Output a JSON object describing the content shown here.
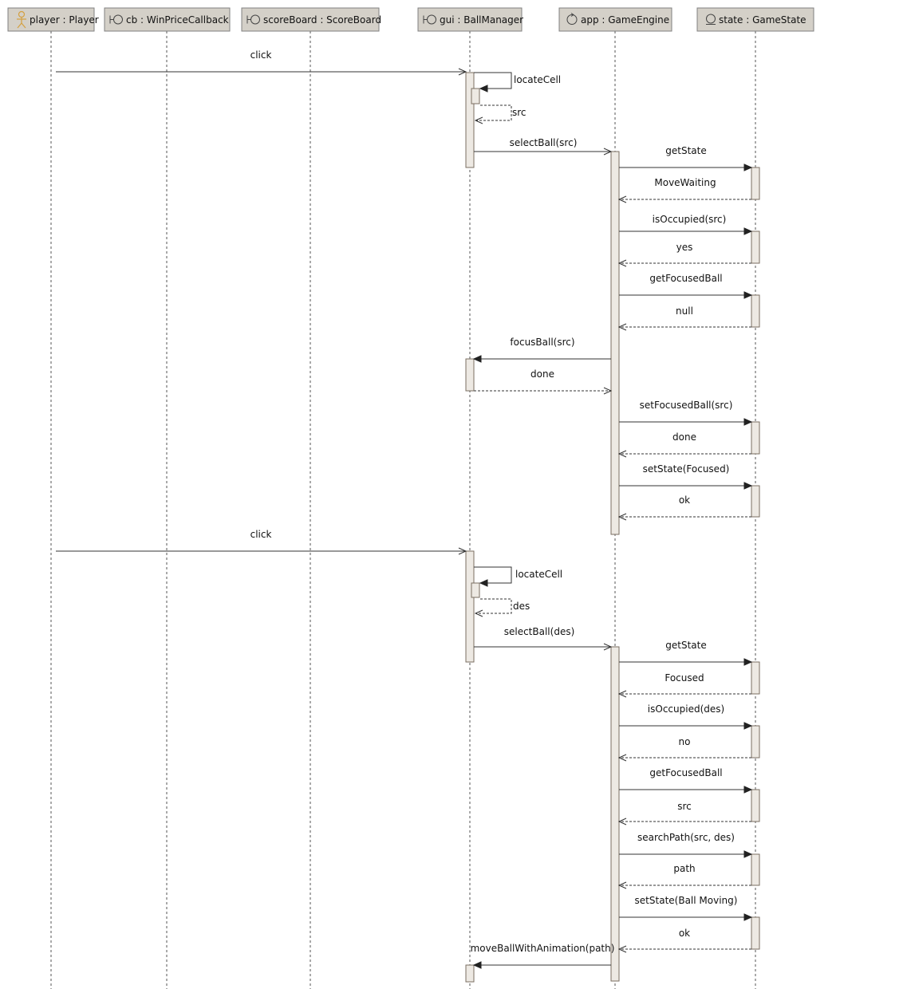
{
  "participants": [
    {
      "id": "player",
      "label": "player : Player",
      "icon": "actor-icon"
    },
    {
      "id": "cb",
      "label": "cb : WinPriceCallback",
      "icon": "boundary-icon"
    },
    {
      "id": "scoreBoard",
      "label": "scoreBoard : ScoreBoard",
      "icon": "boundary-icon"
    },
    {
      "id": "gui",
      "label": "gui : BallManager",
      "icon": "boundary-icon"
    },
    {
      "id": "app",
      "label": "app : GameEngine",
      "icon": "control-icon"
    },
    {
      "id": "state",
      "label": "state : GameState",
      "icon": "entity-icon"
    }
  ],
  "messages": [
    {
      "from": "player",
      "to": "gui",
      "label": "click",
      "kind": "call"
    },
    {
      "from": "gui",
      "to": "gui",
      "label": "locateCell",
      "kind": "self-call"
    },
    {
      "from": "gui",
      "to": "gui",
      "label": "src",
      "kind": "self-return"
    },
    {
      "from": "gui",
      "to": "app",
      "label": "selectBall(src)",
      "kind": "call"
    },
    {
      "from": "app",
      "to": "state",
      "label": "getState",
      "kind": "sync"
    },
    {
      "from": "state",
      "to": "app",
      "label": "MoveWaiting",
      "kind": "return"
    },
    {
      "from": "app",
      "to": "state",
      "label": "isOccupied(src)",
      "kind": "sync"
    },
    {
      "from": "state",
      "to": "app",
      "label": "yes",
      "kind": "return"
    },
    {
      "from": "app",
      "to": "state",
      "label": "getFocusedBall",
      "kind": "sync"
    },
    {
      "from": "state",
      "to": "app",
      "label": "null",
      "kind": "return"
    },
    {
      "from": "app",
      "to": "gui",
      "label": "focusBall(src)",
      "kind": "sync"
    },
    {
      "from": "gui",
      "to": "app",
      "label": "done",
      "kind": "return"
    },
    {
      "from": "app",
      "to": "state",
      "label": "setFocusedBall(src)",
      "kind": "sync"
    },
    {
      "from": "state",
      "to": "app",
      "label": "done",
      "kind": "return"
    },
    {
      "from": "app",
      "to": "state",
      "label": "setState(Focused)",
      "kind": "sync"
    },
    {
      "from": "state",
      "to": "app",
      "label": "ok",
      "kind": "return"
    },
    {
      "from": "player",
      "to": "gui",
      "label": "click",
      "kind": "call"
    },
    {
      "from": "gui",
      "to": "gui",
      "label": "locateCell",
      "kind": "self-call"
    },
    {
      "from": "gui",
      "to": "gui",
      "label": "des",
      "kind": "self-return"
    },
    {
      "from": "gui",
      "to": "app",
      "label": "selectBall(des)",
      "kind": "call"
    },
    {
      "from": "app",
      "to": "state",
      "label": "getState",
      "kind": "sync"
    },
    {
      "from": "state",
      "to": "app",
      "label": "Focused",
      "kind": "return"
    },
    {
      "from": "app",
      "to": "state",
      "label": "isOccupied(des)",
      "kind": "sync"
    },
    {
      "from": "state",
      "to": "app",
      "label": "no",
      "kind": "return"
    },
    {
      "from": "app",
      "to": "state",
      "label": "getFocusedBall",
      "kind": "sync"
    },
    {
      "from": "state",
      "to": "app",
      "label": "src",
      "kind": "return"
    },
    {
      "from": "app",
      "to": "state",
      "label": "searchPath(src, des)",
      "kind": "sync"
    },
    {
      "from": "state",
      "to": "app",
      "label": "path",
      "kind": "return"
    },
    {
      "from": "app",
      "to": "state",
      "label": "setState(Ball Moving)",
      "kind": "sync"
    },
    {
      "from": "state",
      "to": "app",
      "label": "ok",
      "kind": "return"
    },
    {
      "from": "app",
      "to": "gui",
      "label": "moveBallWithAnimation(path)",
      "kind": "sync"
    }
  ],
  "colors": {
    "header_fill": "#d4d0c8",
    "header_stroke": "#808080",
    "activation_fill": "#ede9e3",
    "activation_stroke": "#7a6e62",
    "line": "#333333",
    "actor": "#d4a040"
  }
}
